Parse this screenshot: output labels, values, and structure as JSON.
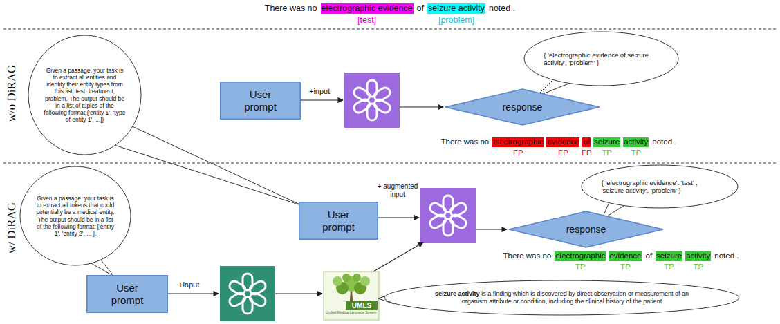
{
  "diagram": {
    "nodes": [
      {
        "text": [
          "Given a passage, your task is to extract all entities and identify their entity types from this list: test, treatment, problem. The output should be in a list of tuples of the following format:{'entity 1', 'type of entity 1', ...]}"
        ]
      },
      {
        "text": [
          "User prompt"
        ]
      },
      {
        "text": [
          "{ 'electrographic evidence of seizure activity', 'problem' }"
        ]
      },
      {
        "text": [
          "response"
        ]
      },
      {
        "text": [
          "Given a passage, your task is to extract all tokens that could potentially be a medical entity. The output should be in a list of the following format: ['entity 1', 'entity 2', ... ]."
        ]
      },
      {
        "text": [
          "User prompt"
        ]
      },
      {
        "text": [
          "seizure activity",
          "is a finding which is discovered by direct observation or measurement of an organism attribute or condition, including the clinical history of the patient"
        ]
      },
      {
        "text": [
          "User prompt"
        ]
      },
      {
        "text": [
          "{ 'electrographic evidence': 'test' , 'seizure activity', 'problem' }"
        ]
      },
      {
        "text": [
          "response"
        ]
      }
    ],
    "labels": [
      "There was no",
      "electrographic evidence",
      "of",
      "seizure activity",
      "noted .",
      "[test]",
      "[problem]",
      "w/o DiRAG",
      "w/ DiRAG",
      "+input",
      "There was no",
      "electrographic",
      "evidence",
      "of",
      "seizure",
      "activity",
      "noted .",
      "FP",
      "FP",
      "FP",
      "TP",
      "TP",
      "+input",
      "+ augmented input",
      "There was no",
      "electrographic",
      "evidence",
      "of",
      "seizure",
      "activity",
      "noted .",
      "TP",
      "TP",
      "TP",
      "TP",
      "UMLS",
      "Unified Medical Language System"
    ]
  }
}
